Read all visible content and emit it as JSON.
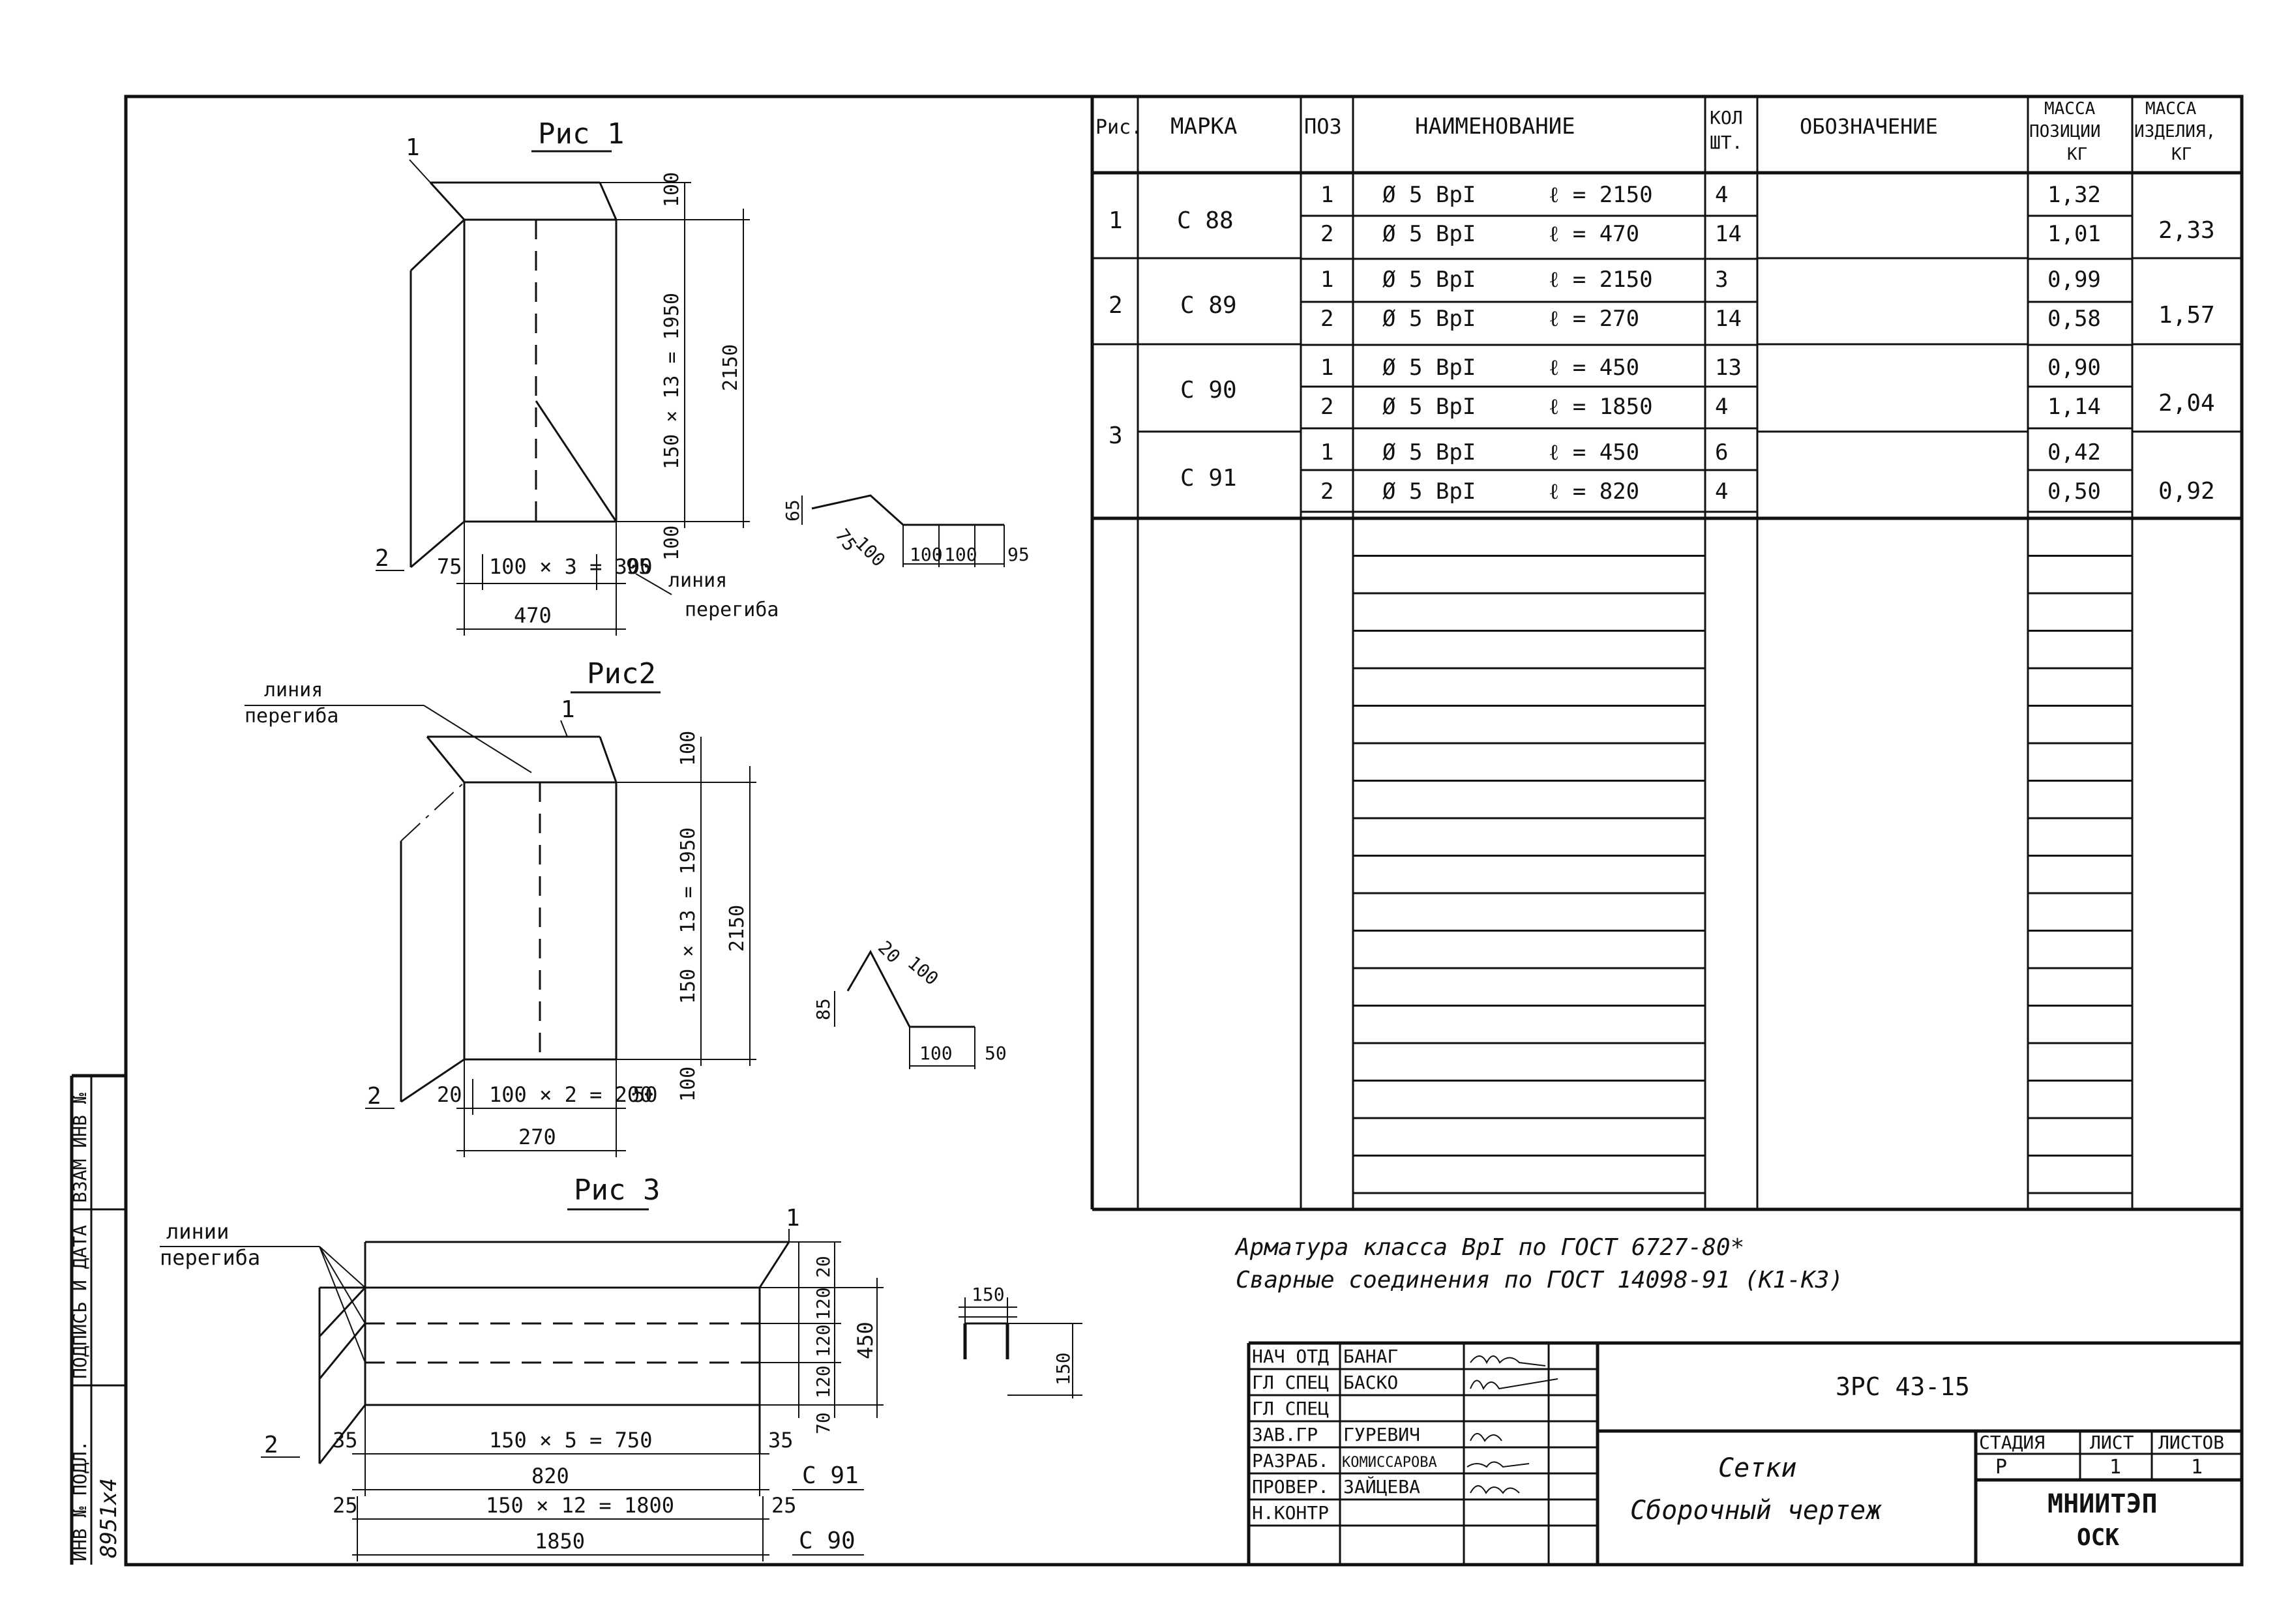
{
  "figures": {
    "fig1": {
      "title": "Рис 1",
      "pos_top": "1",
      "pos_bottom": "2",
      "dim_top": "100",
      "dim_bottom": "100",
      "dim_vertical_steps": "150 × 13 = 1950",
      "dim_total_height": "2150",
      "dim_left": "75",
      "dim_steps": "100 × 3 = 300",
      "dim_right": "95",
      "dim_width": "470",
      "bend_label": [
        "линия",
        "перегиба"
      ],
      "profile": [
        "65",
        "75",
        "100",
        "100",
        "100",
        "95"
      ]
    },
    "fig2": {
      "title": "Рис2",
      "pos_top": "1",
      "pos_bottom": "2",
      "bend_label": [
        "линия",
        "перегиба"
      ],
      "dim_top": "100",
      "dim_bottom": "100",
      "dim_vertical_steps": "150 × 13 = 1950",
      "dim_total_height": "2150",
      "dim_left": "20",
      "dim_steps": "100 × 2 = 200",
      "dim_right": "50",
      "dim_width": "270",
      "profile": [
        "85",
        "20",
        "100",
        "100",
        "50"
      ]
    },
    "fig3": {
      "title": "Рис 3",
      "pos_top": "1",
      "pos_bottom": "2",
      "bend_label": [
        "линии",
        "перегиба"
      ],
      "dim_v": [
        "20",
        "120",
        "120",
        "120",
        "70"
      ],
      "dim_height": "450",
      "dim_left_a": "35",
      "dim_steps_a": "150 × 5 = 750",
      "dim_right_a": "35",
      "dim_width_a": "820",
      "mark_a": "С 91",
      "dim_left_b": "25",
      "dim_steps_b": "150 × 12 = 1800",
      "dim_right_b": "25",
      "dim_width_b": "1850",
      "mark_b": "С 90",
      "profile": [
        "150",
        "150"
      ]
    }
  },
  "spec_table": {
    "headers": {
      "fig": "Рис.",
      "mark": "МАРКА",
      "pos": "ПОЗ",
      "name": "НАИМЕНОВАНИЕ",
      "qty": [
        "КОЛ",
        "ШТ."
      ],
      "designation": "ОБОЗНАЧЕНИЕ",
      "mass_pos": [
        "МАССА",
        "ПОЗИЦИИ",
        "КГ"
      ],
      "mass_item": [
        "МАССА",
        "ИЗДЕЛИЯ,",
        "КГ"
      ]
    },
    "groups": [
      {
        "fig": "1",
        "marks": [
          {
            "mark": "С 88",
            "mass_item": "2,33",
            "rows": [
              {
                "pos": "1",
                "dia": "Ø 5 ВрI",
                "len": "ℓ = 2150",
                "qty": "4",
                "mass": "1,32"
              },
              {
                "pos": "2",
                "dia": "Ø 5 ВрI",
                "len": "ℓ = 470",
                "qty": "14",
                "mass": "1,01"
              }
            ]
          }
        ]
      },
      {
        "fig": "2",
        "marks": [
          {
            "mark": "С 89",
            "mass_item": "1,57",
            "rows": [
              {
                "pos": "1",
                "dia": "Ø 5 ВрI",
                "len": "ℓ = 2150",
                "qty": "3",
                "mass": "0,99"
              },
              {
                "pos": "2",
                "dia": "Ø 5 ВрI",
                "len": "ℓ = 270",
                "qty": "14",
                "mass": "0,58"
              }
            ]
          }
        ]
      },
      {
        "fig": "3",
        "marks": [
          {
            "mark": "С 90",
            "mass_item": "2,04",
            "rows": [
              {
                "pos": "1",
                "dia": "Ø 5 ВрI",
                "len": "ℓ = 450",
                "qty": "13",
                "mass": "0,90"
              },
              {
                "pos": "2",
                "dia": "Ø 5 ВрI",
                "len": "ℓ = 1850",
                "qty": "4",
                "mass": "1,14"
              }
            ]
          },
          {
            "mark": "С 91",
            "mass_item": "0,92",
            "rows": [
              {
                "pos": "1",
                "dia": "Ø 5 ВрI",
                "len": "ℓ = 450",
                "qty": "6",
                "mass": "0,42"
              },
              {
                "pos": "2",
                "dia": "Ø 5 ВрI",
                "len": "ℓ = 820",
                "qty": "4",
                "mass": "0,50"
              }
            ]
          }
        ]
      }
    ]
  },
  "notes": [
    "Арматура класса ВрI по ГОСТ 6727-80*",
    "Сварные соединения по ГОСТ 14098-91 (К1-К3)"
  ],
  "title_block": {
    "roles": [
      {
        "role": "НАЧ ОТД",
        "name": "БАНАГ"
      },
      {
        "role": "ГЛ СПЕЦ",
        "name": "БАСКО"
      },
      {
        "role": "ГЛ СПЕЦ",
        "name": ""
      },
      {
        "role": "ЗАВ.ГР",
        "name": "ГУРЕВИЧ"
      },
      {
        "role": "РАЗРАБ.",
        "name": "КОМИССАРОВА"
      },
      {
        "role": "ПРОВЕР.",
        "name": "ЗАЙЦЕВА"
      },
      {
        "role": "Н.КОНТР",
        "name": ""
      }
    ],
    "code": "3РС 43-15",
    "name": [
      "Сетки",
      "Сборочный чертеж"
    ],
    "stage_head": "СТАДИЯ",
    "sheet_head": "ЛИСТ",
    "sheets_head": "ЛИСТОВ",
    "stage": "Р",
    "sheet": "1",
    "sheets": "1",
    "org": [
      "МНИИТЭП",
      "ОСК"
    ]
  },
  "side_stamp": {
    "labels": [
      "ИНВ № ПОДЛ.",
      "ПОДПИСЬ И ДАТА",
      "ВЗАМ ИНВ №"
    ],
    "inv_value": "8951x4"
  }
}
